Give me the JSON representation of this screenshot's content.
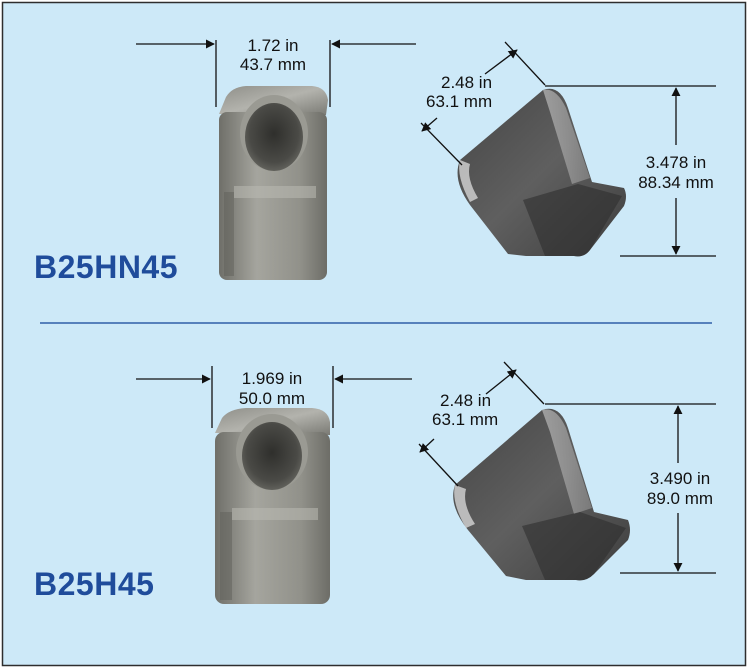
{
  "colors": {
    "panel_background": "#cde9f8",
    "panel_border": "#2e2e2e",
    "divider": "#2f5fa8",
    "label_blue": "#1f4c9b",
    "dimension_lines": "#111111",
    "part_steel": "#8c8c86"
  },
  "products": [
    {
      "model": "B25HN45",
      "width": {
        "in": "1.72 in",
        "mm": "43.7 mm"
      },
      "tip": {
        "in": "2.48 in",
        "mm": "63.1 mm"
      },
      "height": {
        "in": "3.478 in",
        "mm": "88.34 mm"
      }
    },
    {
      "model": "B25H45",
      "width": {
        "in": "1.969 in",
        "mm": "50.0 mm"
      },
      "tip": {
        "in": "2.48 in",
        "mm": "63.1 mm"
      },
      "height": {
        "in": "3.490 in",
        "mm": "89.0 mm"
      }
    }
  ]
}
